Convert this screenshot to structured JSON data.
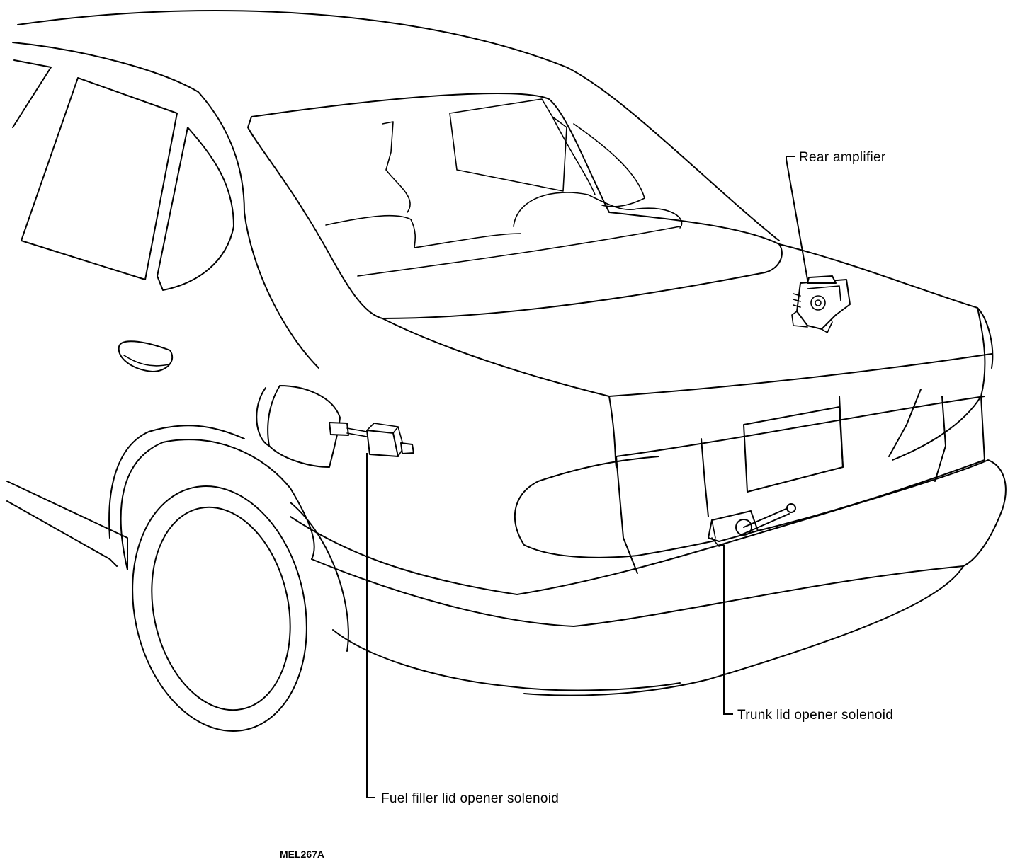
{
  "labels": {
    "rear_amplifier": "Rear amplifier",
    "trunk_lid_opener_solenoid": "Trunk lid opener solenoid",
    "fuel_filler_lid_opener_solenoid": "Fuel filler lid opener solenoid"
  },
  "figure_code": "MEL267A",
  "colors": {
    "line": "#000000",
    "background": "#ffffff"
  }
}
